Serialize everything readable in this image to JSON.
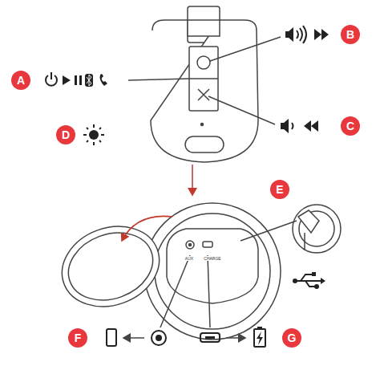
{
  "diagram": {
    "labels": [
      "A",
      "B",
      "C",
      "D",
      "E",
      "F",
      "G",
      "AUX",
      "CHARGE"
    ]
  }
}
